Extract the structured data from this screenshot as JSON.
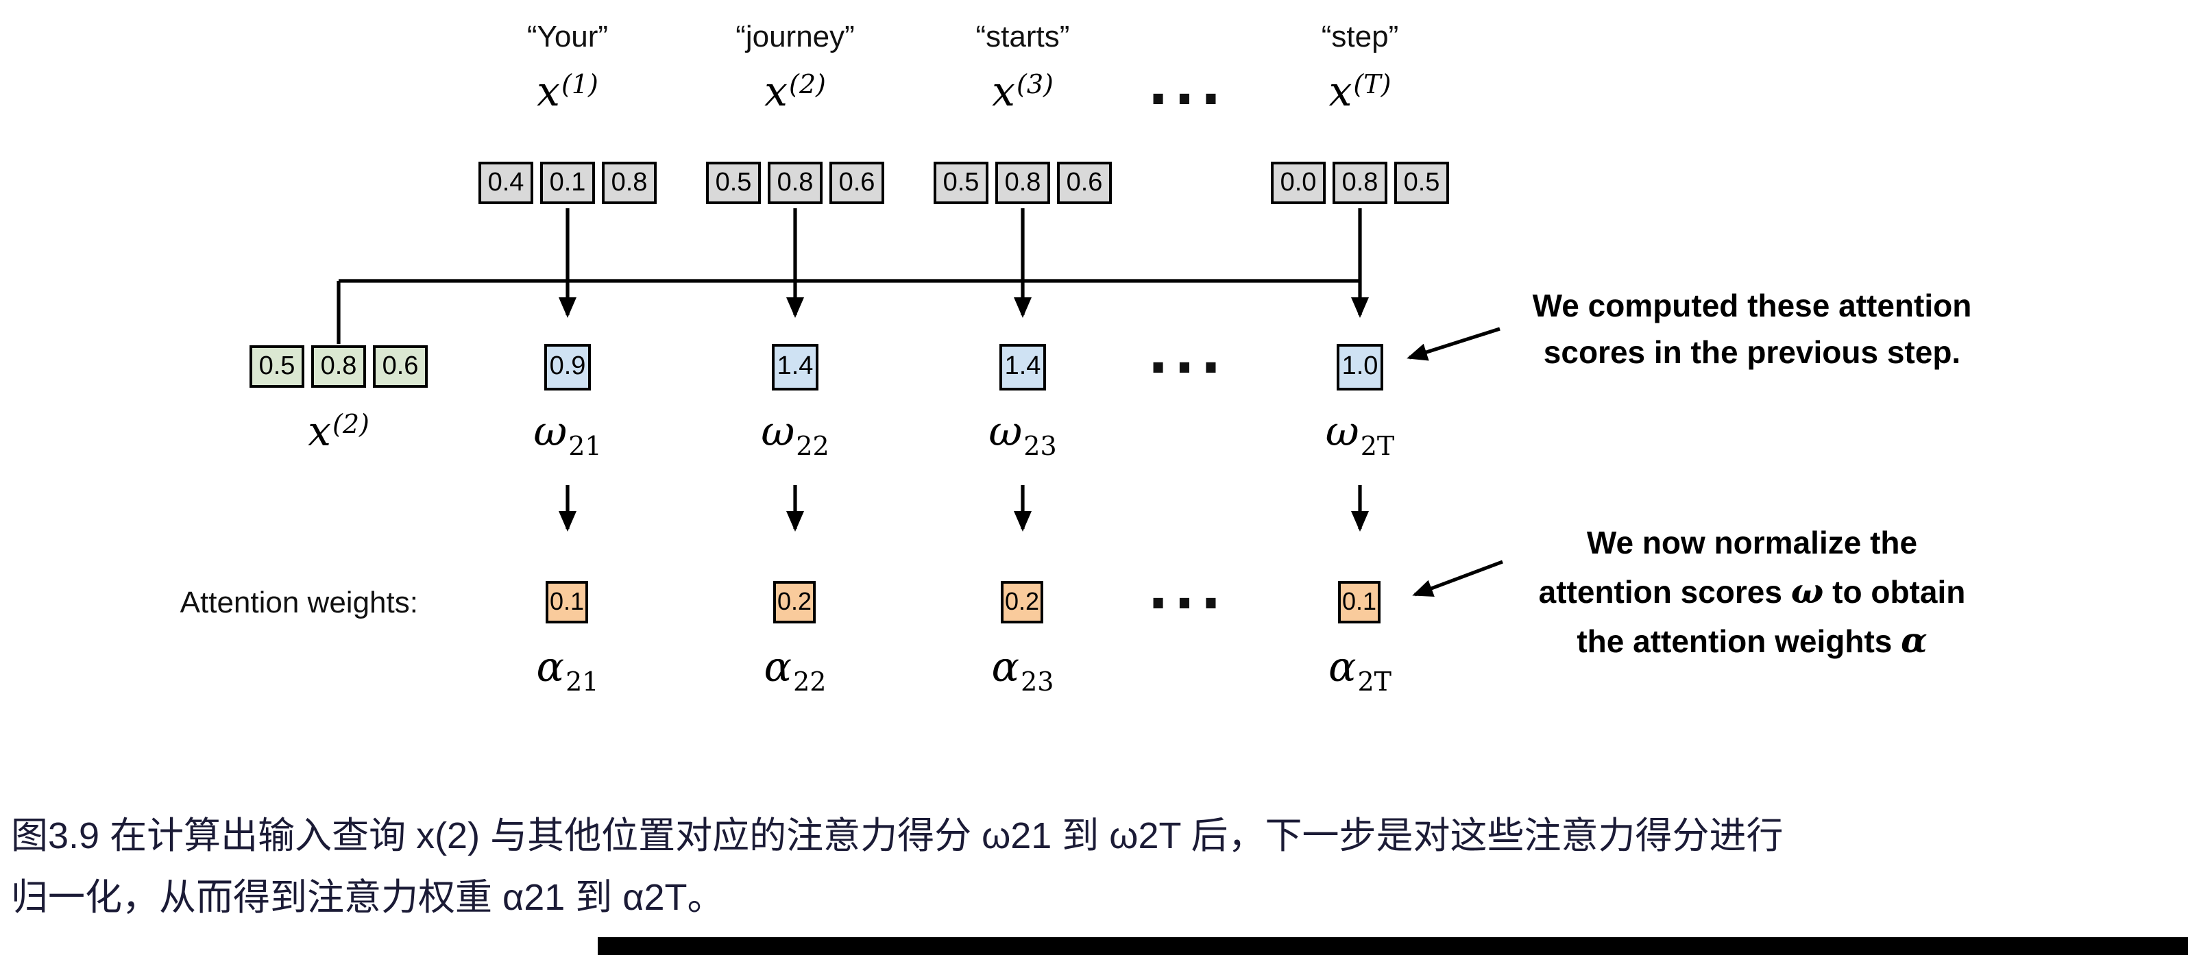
{
  "diagram": {
    "columns": [
      {
        "word": "“Your”",
        "x_base": "x",
        "x_sup": "(1)",
        "embedding": [
          "0.4",
          "0.1",
          "0.8"
        ],
        "score": "0.9",
        "omega_base": "ω",
        "omega_sub": "21",
        "weight": "0.1",
        "alpha_base": "α",
        "alpha_sub": "21"
      },
      {
        "word": "“journey”",
        "x_base": "x",
        "x_sup": "(2)",
        "embedding": [
          "0.5",
          "0.8",
          "0.6"
        ],
        "score": "1.4",
        "omega_base": "ω",
        "omega_sub": "22",
        "weight": "0.2",
        "alpha_base": "α",
        "alpha_sub": "22"
      },
      {
        "word": "“starts”",
        "x_base": "x",
        "x_sup": "(3)",
        "embedding": [
          "0.5",
          "0.8",
          "0.6"
        ],
        "score": "1.4",
        "omega_base": "ω",
        "omega_sub": "23",
        "weight": "0.2",
        "alpha_base": "α",
        "alpha_sub": "23"
      },
      {
        "word": "“step”",
        "x_base": "x",
        "x_sup": "(T)",
        "embedding": [
          "0.0",
          "0.8",
          "0.5"
        ],
        "score": "1.0",
        "omega_base": "ω",
        "omega_sub": "2T",
        "weight": "0.1",
        "alpha_base": "α",
        "alpha_sub": "2T"
      }
    ],
    "query": {
      "values": [
        "0.5",
        "0.8",
        "0.6"
      ],
      "label_base": "x",
      "label_sup": "(2)"
    },
    "ellipsis": "...",
    "attention_weights_label": "Attention weights:",
    "annotation_scores": {
      "line1": "We computed these attention",
      "line2": "scores in the previous step."
    },
    "annotation_normalize": {
      "line1": "We now normalize the",
      "line2_pre": "attention scores ",
      "line2_math": "ω",
      "line2_post": " to obtain",
      "line3_pre": "the attention weights ",
      "line3_math": "α"
    }
  },
  "caption": {
    "line1": "图3.9 在计算出输入查询 x(2) 与其他位置对应的注意力得分 ω21 到 ω2T 后，下一步是对这些注意力得分进行",
    "line2": "归一化，从而得到注意力权重 α21 到 α2T。"
  },
  "colors": {
    "embedding_box": "#d9d9d9",
    "query_box": "#dbe8d2",
    "score_box": "#cfe2f3",
    "weight_box": "#f9cb9c",
    "arrow": "#000000",
    "caption_text": "#1b1b36"
  }
}
